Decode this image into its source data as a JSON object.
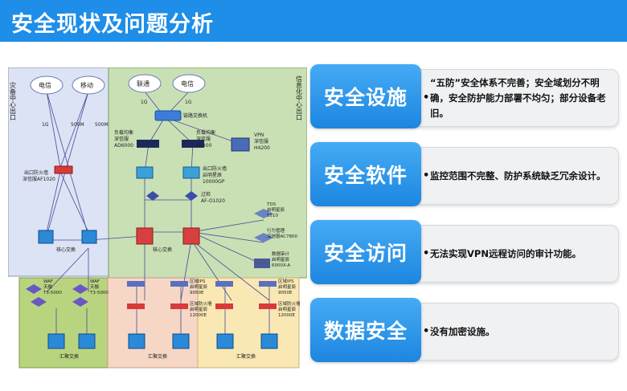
{
  "header": {
    "title": "安全现状及问题分析"
  },
  "diagram": {
    "clouds": [
      "电信",
      "移动",
      "联通",
      "电信"
    ],
    "side_labels": [
      "灾备中心出口",
      "信息化中心出口"
    ],
    "bw": [
      "1G",
      "500M",
      "500M",
      "1G",
      "1G"
    ],
    "devices": {
      "fw_left": [
        "出口防火墙",
        "深信服AF1020"
      ],
      "lb1": [
        "负载均衡",
        "深信服",
        "AD6000"
      ],
      "lb2": [
        "负载均衡",
        "深信服",
        "B8300"
      ],
      "vpn": [
        "VPN",
        "深信服",
        "H4200"
      ],
      "fw_right": [
        "出口防火墙",
        "启明星辰",
        "10000GP"
      ],
      "link_switch": "链路交换机",
      "ids": [
        "过检",
        "AF-O1020"
      ],
      "core_left": "核心交换",
      "core_right": "核心交换",
      "tds": [
        "TDS",
        "启明星辰",
        "5510"
      ],
      "audit": [
        "行为管理",
        "深信服AC7800"
      ],
      "db_audit": [
        "数据审计",
        "启明星辰",
        "6000X-A"
      ],
      "waf1": [
        "WAF",
        "天融",
        "T3-5000"
      ],
      "waf2": [
        "WAF",
        "天融",
        "T3-5000"
      ],
      "ips1": [
        "区域IPS",
        "启明星辰",
        "9050E"
      ],
      "ips2": [
        "区域IPS",
        "启明星辰",
        "9050E"
      ],
      "zfw1": [
        "区域防火墙",
        "启明星辰",
        "12000E"
      ],
      "zfw2": [
        "区域防火墙",
        "启明星辰",
        "12000E"
      ],
      "agg1": "汇聚交换",
      "agg2": "汇聚交换",
      "agg3": "汇聚交换"
    }
  },
  "rows": [
    {
      "label": "安全设施",
      "desc": "“五防”安全体系不完善；安全域划分不明确，安全防护能力部署不均匀；部分设备老旧。"
    },
    {
      "label": "安全软件",
      "desc": "监控范围不完整、防护系统缺乏冗余设计。"
    },
    {
      "label": "安全访问",
      "desc": "无法实现VPN远程访问的审计功能。"
    },
    {
      "label": "数据安全",
      "desc": "没有加密设施。"
    }
  ],
  "colors": {
    "header": "#1e8ee8",
    "label": "#1d86e0",
    "zone_left": "#dce3f4",
    "zone_right": "#c9e0b5",
    "zone_green": "#b9d47f",
    "zone_pink": "#f6d7c6",
    "zone_yellow": "#f9e8b3"
  }
}
